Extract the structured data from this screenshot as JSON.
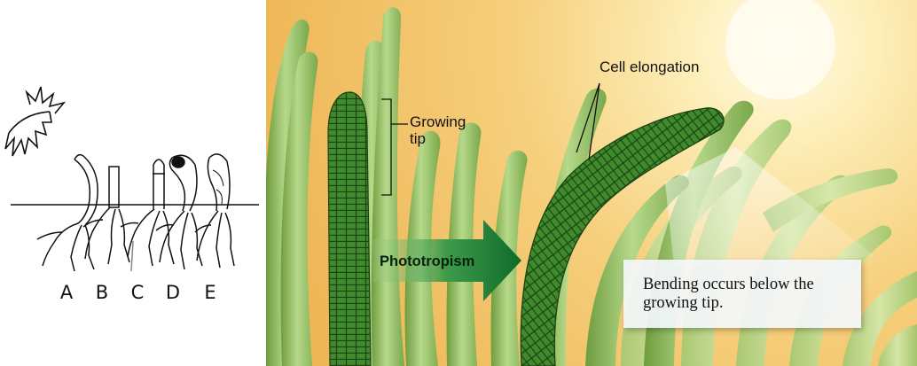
{
  "left_diagram": {
    "stage_labels": [
      "A",
      "B",
      "C",
      "D",
      "E"
    ]
  },
  "right_illustration": {
    "growing_tip_label": "Growing\ntip",
    "cell_elongation_label": "Cell elongation",
    "phototropism_label": "Phototropism",
    "callout_text": "Bending occurs below the growing tip."
  },
  "colors": {
    "sky_light": "#fdf7dd",
    "sky_warm": "#f4be62",
    "sheath_green": "#8fc060",
    "cell_green": "#2f6b22",
    "arrow_green": "#1e7a33"
  }
}
